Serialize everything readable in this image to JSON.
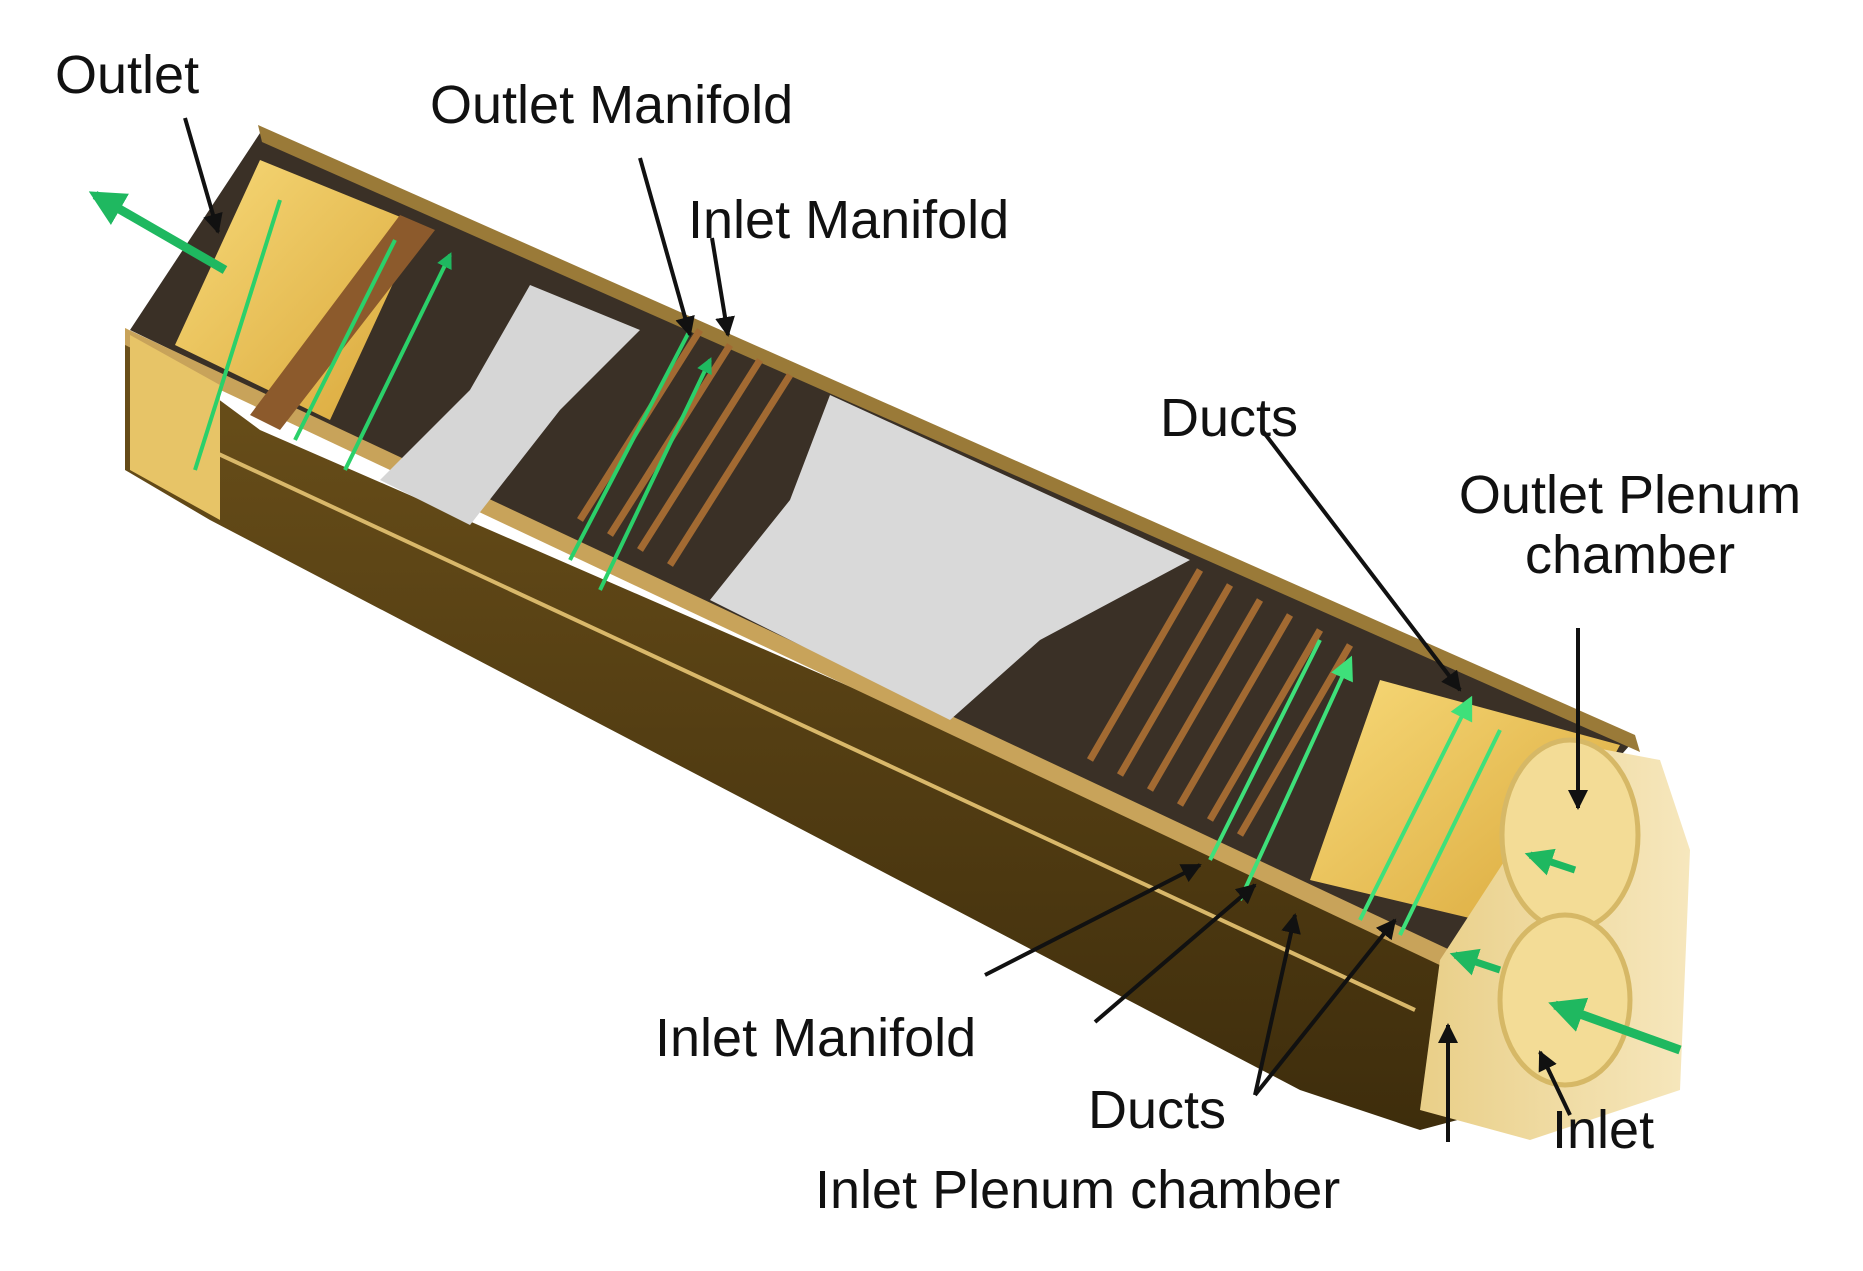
{
  "labels": {
    "outlet": "Outlet",
    "outlet_manifold": "Outlet Manifold",
    "inlet_manifold_top": "Inlet Manifold",
    "ducts_top": "Ducts",
    "outlet_plenum_line1": "Outlet Plenum",
    "outlet_plenum_line2": "chamber",
    "inlet_manifold_bottom": "Inlet Manifold",
    "ducts_bottom": "Ducts",
    "inlet_plenum": "Inlet Plenum chamber",
    "inlet": "Inlet"
  },
  "colors": {
    "body_dark": "#4a3710",
    "body_side": "#5c4414",
    "rail": "#8a6a2a",
    "chamber_gold": "#f2c850",
    "chamber_light": "#fbe9a8",
    "core_dark": "#3a3026",
    "core_gray": "#d6d6d6",
    "duct_copper": "#8c5a2c",
    "flow_green": "#1fb860",
    "leader_black": "#111111"
  }
}
